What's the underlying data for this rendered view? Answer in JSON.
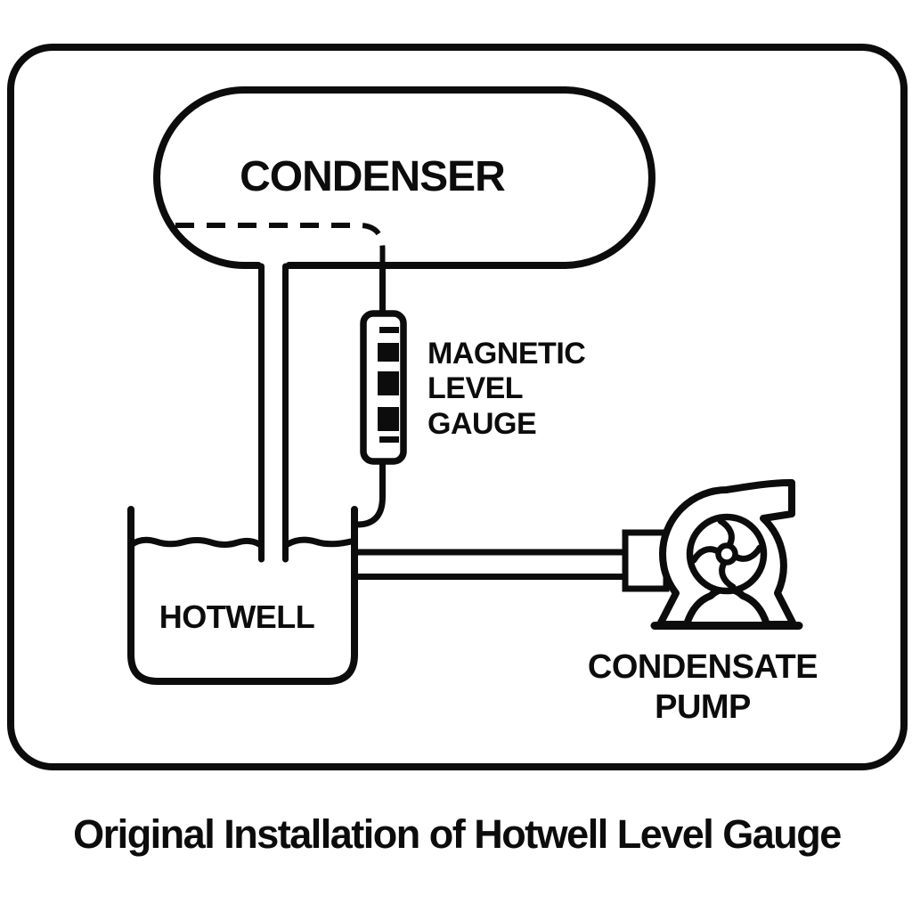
{
  "figure": {
    "caption": "Original Installation of Hotwell Level Gauge",
    "colors": {
      "line": "#0c0c0c",
      "background": "#ffffff"
    },
    "components": {
      "condenser": {
        "label": "CONDENSER"
      },
      "magnetic_level_gauge": {
        "label": "MAGNETIC LEVEL GAUGE",
        "lines": [
          "MAGNETIC",
          "LEVEL",
          "GAUGE"
        ]
      },
      "hotwell": {
        "label": "HOTWELL"
      },
      "condensate_pump": {
        "label": "CONDENSATE PUMP",
        "lines": [
          "CONDENSATE",
          "PUMP"
        ]
      }
    }
  }
}
